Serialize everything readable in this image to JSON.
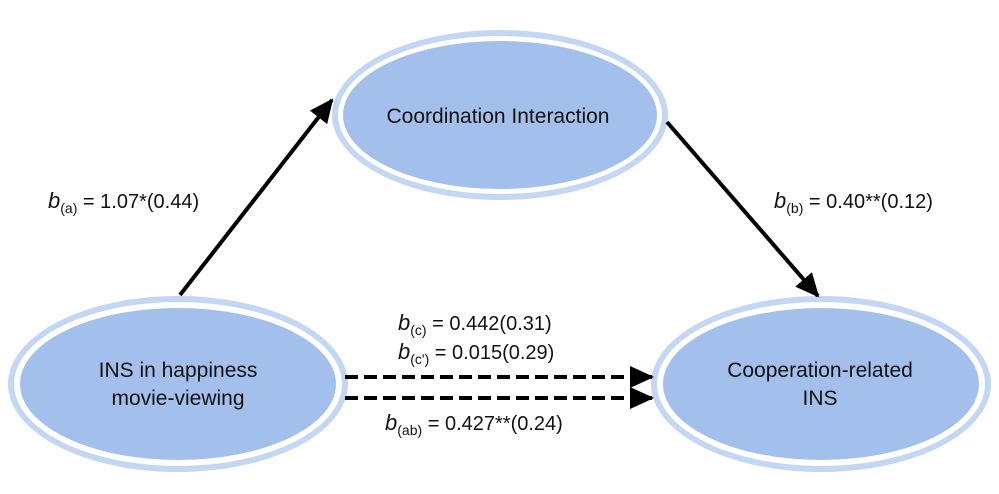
{
  "diagram": {
    "type": "mediation-model",
    "colors": {
      "node_fill": "#A3C0EC",
      "node_ring": "#C3D6F3",
      "arrow": "#000000",
      "text": "#111111"
    },
    "nodes": {
      "mediator": {
        "label_lines": [
          "Coordination Interaction"
        ]
      },
      "independent": {
        "label_lines": [
          "INS in happiness",
          "movie-viewing"
        ]
      },
      "dependent": {
        "label_lines": [
          "Cooperation-related",
          "INS"
        ]
      }
    },
    "paths": {
      "a": {
        "coef": "b",
        "sub": "(a)",
        "value": " = 1.07*(0.44)",
        "style": "solid"
      },
      "b": {
        "coef": "b",
        "sub": "(b)",
        "value": " = 0.40**(0.12)",
        "style": "solid"
      },
      "c": {
        "coef": "b",
        "sub": "(c)",
        "value": " = 0.442(0.31)",
        "style": "dashed"
      },
      "c_prime": {
        "coef": "b",
        "sub": "(c')",
        "value": " = 0.015(0.29)",
        "style": "dashed"
      },
      "ab": {
        "coef": "b",
        "sub": "(ab)",
        "value": " = 0.427**(0.24)",
        "style": "dashed"
      }
    }
  }
}
